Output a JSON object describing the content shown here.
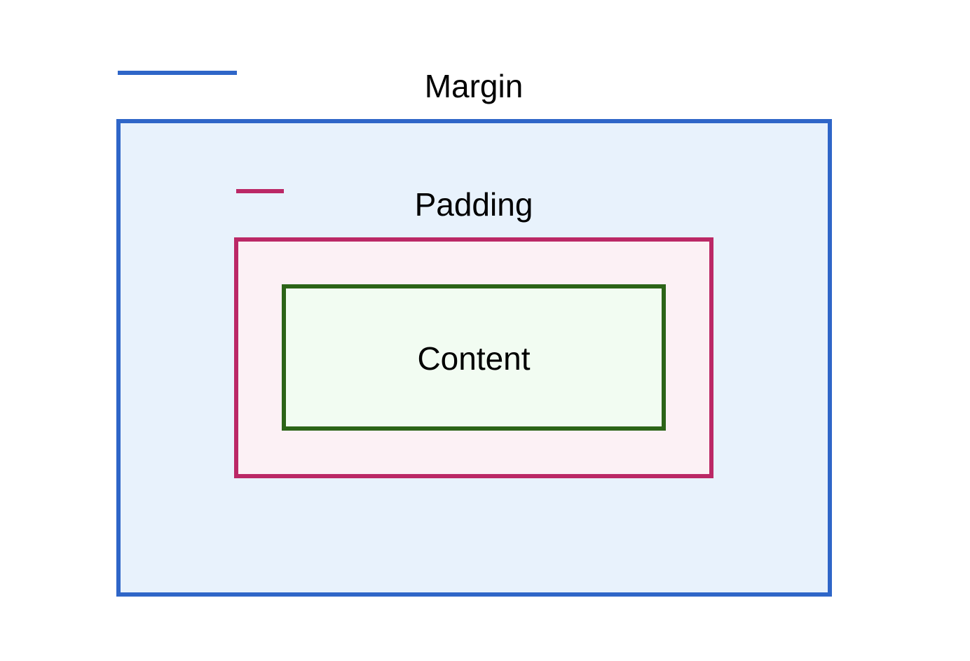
{
  "labels": {
    "margin": "Margin",
    "padding": "Padding",
    "content": "Content"
  },
  "colors": {
    "margin_border": "#2f66c8",
    "margin_fill": "#e8f2fc",
    "padding_border": "#bb2866",
    "padding_fill": "#fcf1f5",
    "content_border": "#2c6418",
    "content_fill": "#f2fcf2"
  }
}
